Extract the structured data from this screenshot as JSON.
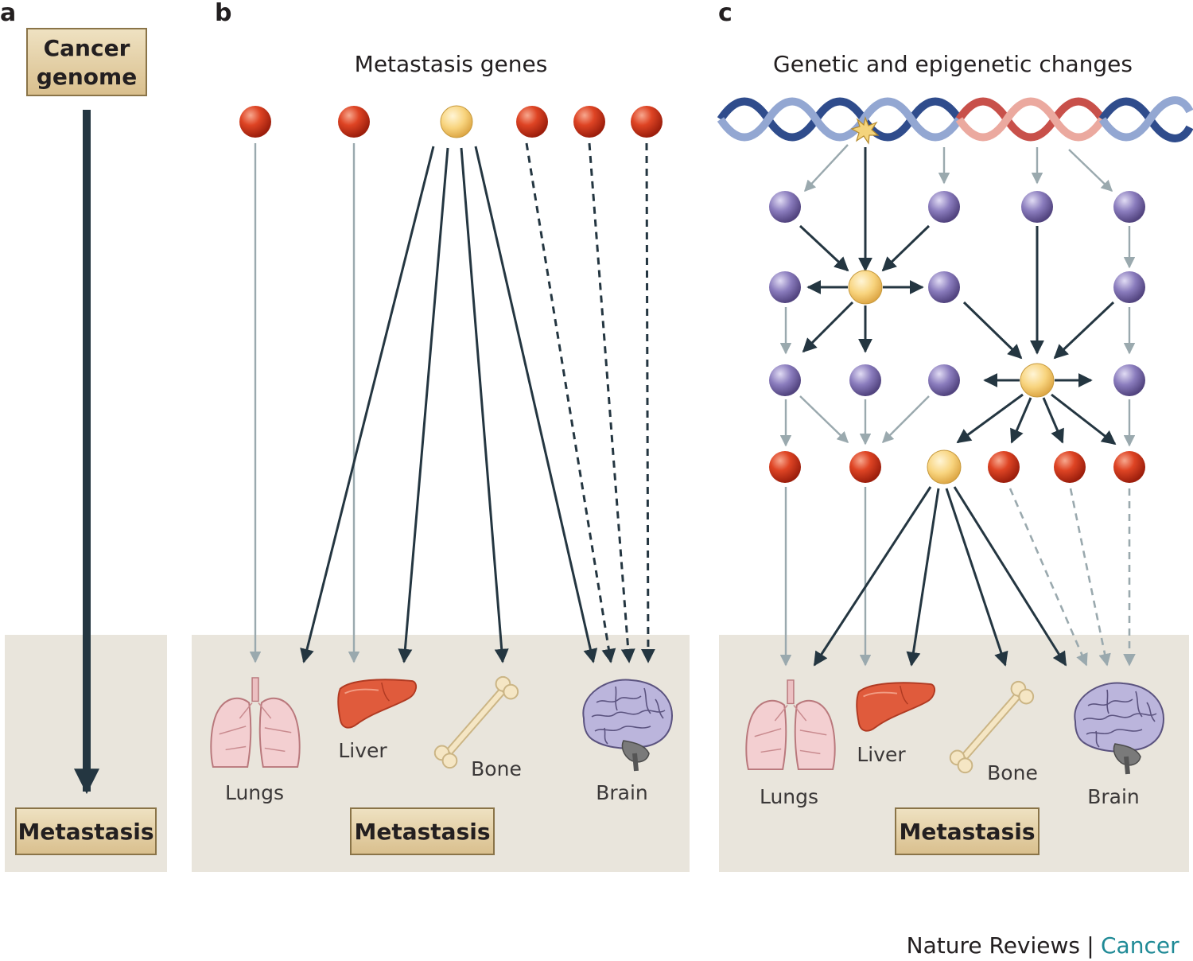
{
  "panels": {
    "a": {
      "letter": "a",
      "source_box": "Cancer genome",
      "source_lines": [
        "Cancer",
        "genome"
      ],
      "target_box": "Metastasis"
    },
    "b": {
      "letter": "b",
      "title": "Metastasis genes",
      "target_box": "Metastasis",
      "organs": {
        "lungs": "Lungs",
        "liver": "Liver",
        "bone": "Bone",
        "brain": "Brain"
      }
    },
    "c": {
      "letter": "c",
      "title": "Genetic and epigenetic changes",
      "target_box": "Metastasis",
      "organs": {
        "lungs": "Lungs",
        "liver": "Liver",
        "bone": "Bone",
        "brain": "Brain"
      }
    }
  },
  "credit": {
    "journal": "Nature Reviews",
    "separator": "|",
    "section": "Cancer"
  },
  "colors": {
    "dark_arrow": "#243641",
    "grey_arrow": "#9aa9ae",
    "panel_background": "#e9e5dc",
    "box_fill": "#e6d3ab",
    "red_gene": "#d63a1e",
    "yellow_gene": "#f7d27a",
    "purple_gene": "#8678b8",
    "credit_accent": "#1f8a96",
    "dna_blue": "#2f4c8c",
    "dna_red": "#c8504a"
  },
  "legend_icons": [
    "lungs-icon",
    "liver-icon",
    "bone-icon",
    "brain-icon",
    "dna-helix-icon",
    "mutation-starburst-icon"
  ]
}
